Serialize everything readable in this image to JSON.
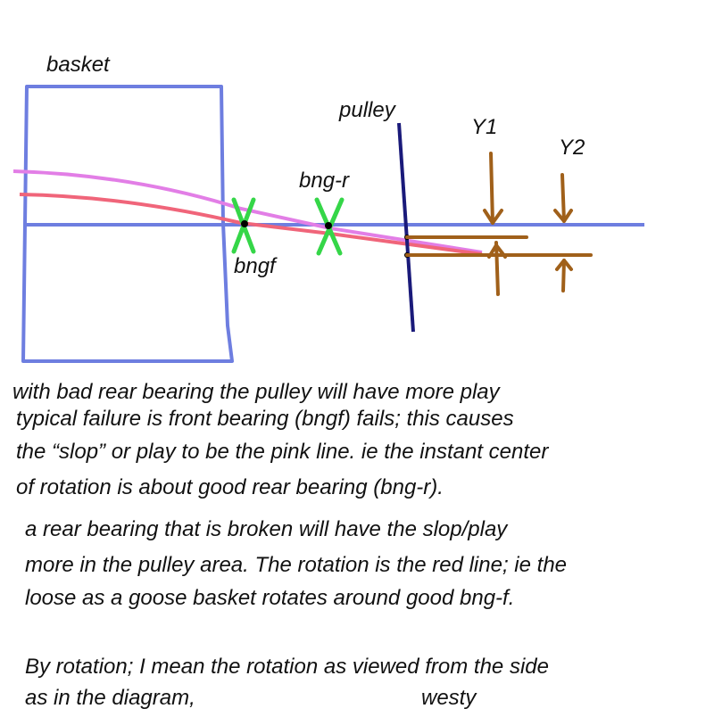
{
  "diagram": {
    "labels": {
      "basket": "basket",
      "pulley": "pulley",
      "y1": "Y1",
      "y2": "Y2",
      "bng_r": "bng-r",
      "bngf": "bngf"
    },
    "colors": {
      "structure": "#6e7ee0",
      "pulley": "#1a1a7a",
      "pink_line": "#e27ee6",
      "red_line": "#f0657a",
      "bearing": "#35d648",
      "dimension": "#a0601a",
      "pivot_dot": "#000000"
    }
  },
  "notes": {
    "line1": "with bad rear bearing the pulley will have more play",
    "line2": "typical failure is front bearing (bngf) fails; this causes",
    "line3": "the “slop” or play to be the pink line. ie the instant center",
    "line4": "of rotation is about good rear bearing (bng-r).",
    "line5": "a rear bearing that is broken will have the slop/play",
    "line6": "more in the pulley area. The rotation is the red line; ie the",
    "line7": "loose as a goose basket rotates around good bng-f.",
    "line8": "By rotation; I mean the rotation as viewed from the side",
    "line9": "as in the diagram,",
    "signature": "westy"
  }
}
